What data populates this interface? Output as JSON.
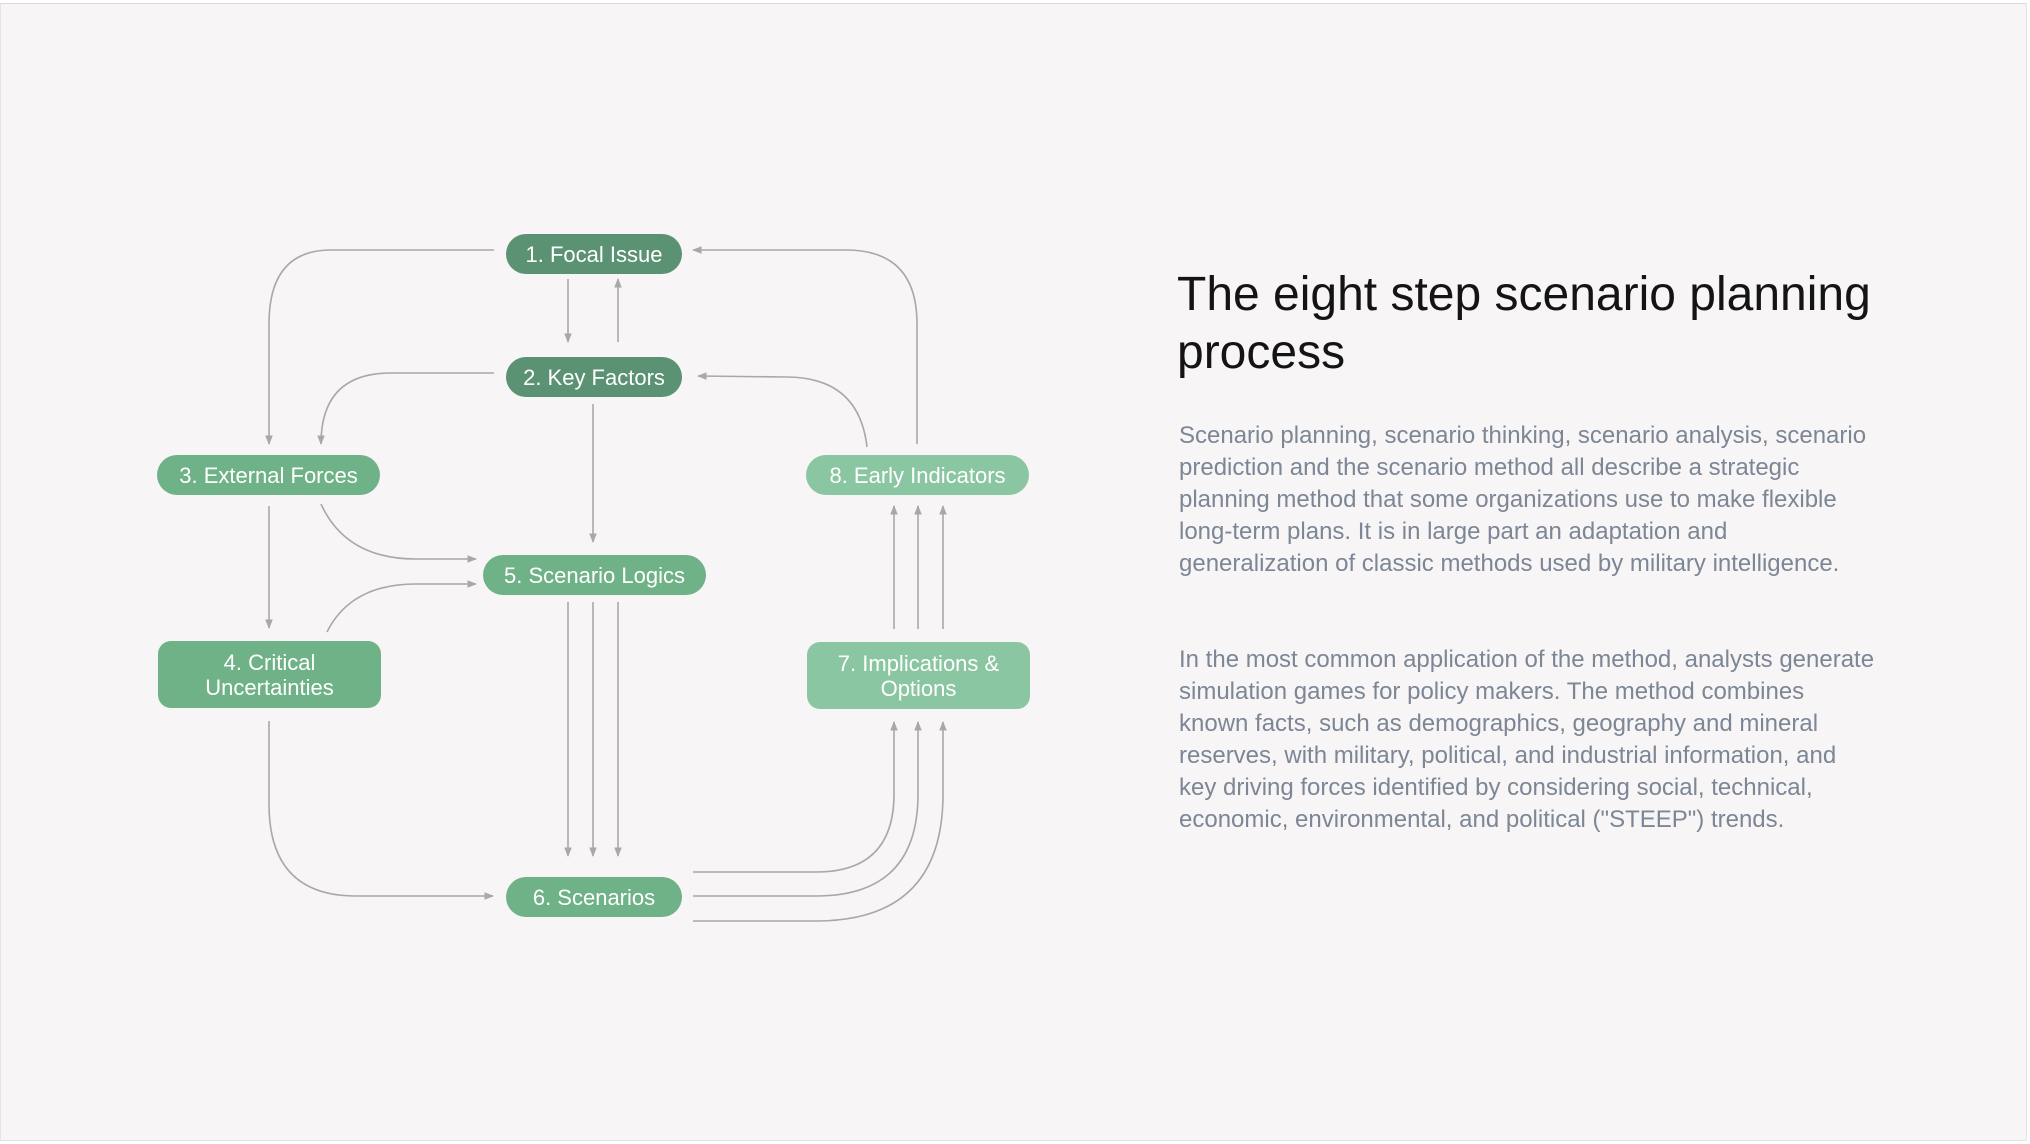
{
  "diagram": {
    "colors": {
      "dark": "#5a9273",
      "mid": "#6fb287",
      "light": "#8ac6a1",
      "connector": "#a8a8a8"
    },
    "nodes": {
      "focal_issue": "1. Focal Issue",
      "key_factors": "2. Key Factors",
      "external_forces": "3. External Forces",
      "critical_uncertainties": "4. Critical\nUncertainties",
      "scenario_logics": "5. Scenario Logics",
      "scenarios": "6. Scenarios",
      "implications_options": "7. Implications &\nOptions",
      "early_indicators": "8. Early Indicators"
    }
  },
  "content": {
    "title": "The eight step scenario planning process",
    "paragraph_1": "Scenario planning, scenario thinking, scenario analysis, scenario prediction and the scenario method all describe a strategic planning method that some organizations use to make flexible long-term plans. It is in large part an adaptation and generalization of classic methods used by military intelligence.",
    "paragraph_2": "In the most common application of the method, analysts generate simulation games for policy makers. The method combines known facts, such as demographics, geography and mineral reserves, with military, political, and industrial information, and key driving forces identified by considering social, technical, economic, environmental, and political (\"STEEP\") trends."
  }
}
